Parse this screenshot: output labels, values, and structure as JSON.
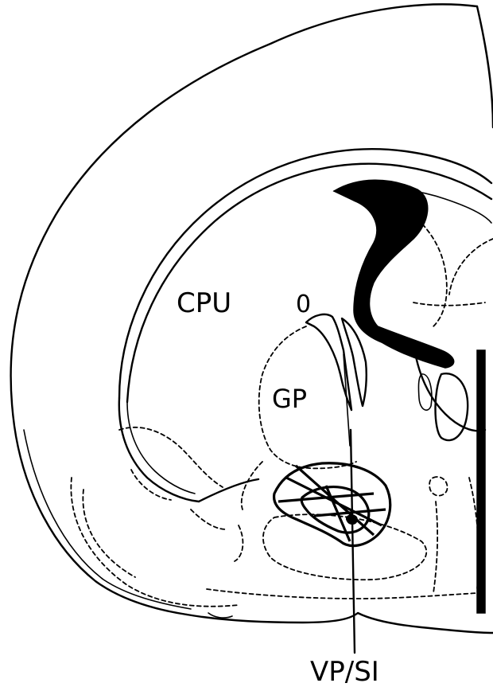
{
  "labels": {
    "cpu": "CPU",
    "gp": "GP",
    "o": "0",
    "vp_si": "VP/SI"
  }
}
